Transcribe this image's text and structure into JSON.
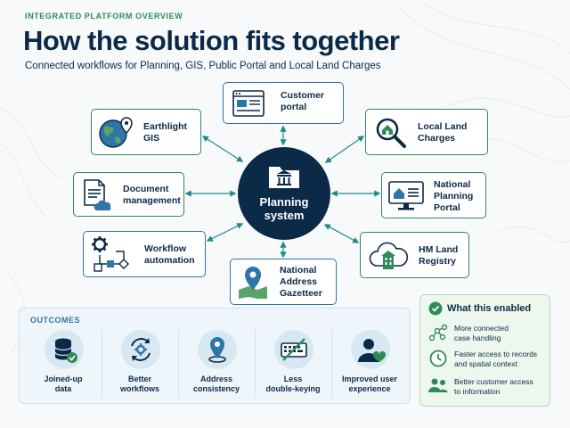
{
  "header": {
    "eyebrow": "INTEGRATED PLATFORM OVERVIEW",
    "title": "How the solution fits together",
    "subtitle": "Connected workflows for Planning, GIS, Public Portal and Local Land Charges"
  },
  "center": {
    "line1": "Planning",
    "line2": "system"
  },
  "nodes": {
    "customer_portal": {
      "line1": "Customer",
      "line2": "portal"
    },
    "earthlight_gis": {
      "line1": "Earthlight",
      "line2": "GIS"
    },
    "local_land_charges": {
      "line1": "Local Land",
      "line2": "Charges"
    },
    "document_management": {
      "line1": "Document",
      "line2": "management"
    },
    "national_planning_portal": {
      "line1": "National",
      "line2": "Planning",
      "line3": "Portal"
    },
    "workflow_automation": {
      "line1": "Workflow",
      "line2": "automation"
    },
    "hm_land_registry": {
      "line1": "HM Land",
      "line2": "Registry"
    },
    "national_address_gazetteer": {
      "line1": "National",
      "line2": "Address",
      "line3": "Gazetteer"
    }
  },
  "outcomes": {
    "heading": "OUTCOMES",
    "items": [
      {
        "line1": "Joined-up",
        "line2": "data",
        "icon": "database-check-icon"
      },
      {
        "line1": "Better",
        "line2": "workflows",
        "icon": "cycle-gear-icon"
      },
      {
        "line1": "Address",
        "line2": "consistency",
        "icon": "map-pin-icon"
      },
      {
        "line1": "Less",
        "line2": "double-keying",
        "icon": "keyboard-crossed-icon"
      },
      {
        "line1": "Improved user",
        "line2": "experience",
        "icon": "user-heart-icon"
      }
    ]
  },
  "enabled": {
    "heading": "What this enabled",
    "items": [
      {
        "line1": "More connected",
        "line2": "case handling",
        "icon": "network-icon"
      },
      {
        "line1": "Faster access to records",
        "line2": "and spatial context",
        "icon": "clock-icon"
      },
      {
        "line1": "Better customer access",
        "line2": "to information",
        "icon": "people-icon"
      }
    ]
  },
  "colors": {
    "navy": "#0b2a48",
    "green": "#2e8b57",
    "blue": "#2e75a8",
    "teal": "#1f8a8a"
  }
}
